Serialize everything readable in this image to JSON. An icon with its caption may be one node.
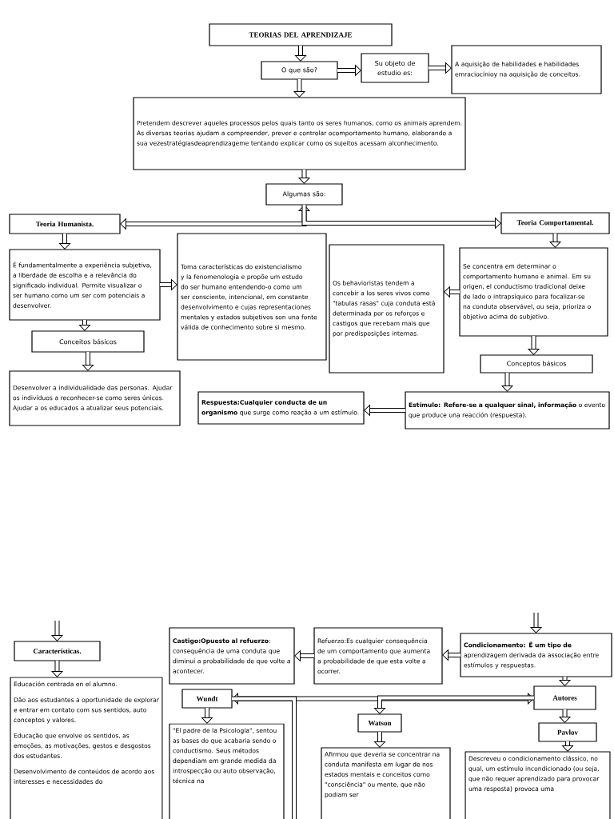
{
  "diagram": {
    "nodes": [
      {
        "text": [
          "TEORIAS DEL APRENDIZAJE"
        ]
      },
      {
        "text": [
          "O que são?"
        ]
      },
      {
        "text": [
          "Su objeto de estudio es:"
        ]
      },
      {
        "text": [
          "A aquisição de habilidades e habilidades emraciocínioy na aquisição de conceitos."
        ]
      },
      {
        "text": [
          "Pretendem descrever aqueles processos pelos quais tanto os seres humanos, como os animais aprendem. As diversas teorias ajudam a compreender, prever e controlar ocomportamento humano, elaborando a sua vezestratégiasdeaprendizageme tentando explicar como os sujeitos acessam alconhecimento."
        ]
      },
      {
        "text": [
          "Algumas são:"
        ]
      },
      {
        "text": [
          "Teoria Humanista."
        ]
      },
      {
        "text": [
          "Teoria Comportamental."
        ]
      },
      {
        "text": [
          "É fundamentalmente a experiência subjetiva, a liberdade de escolha e a relevância do significado individual. Permite visualizar o ser humano como um ser com potenciais a desenvolver."
        ]
      },
      {
        "text": [
          "Toma características do existencialismo y la fenomenologia e propõe um estudo do ser humano entendendo-o como um ser consciente, intencional, em constante desenvolvimento e cujas representaciones mentales y estados subjetivos son una fonte válida de conhecimento sobre si mesmo."
        ]
      },
      {
        "text": [
          "Conceitos básicos"
        ]
      },
      {
        "text": [
          "Desenvolver a individualidade das personas. Ajudar os indivíduos a reconhecer-se como seres únicos. Ajudar a os educados a atualizar seus potenciais."
        ]
      },
      {
        "text": [
          "Os behavioristas tendem a concebir a los seres vivos como \"tabulas rasas\" cuja conduta está determinada por os reforços e castigos que recebam mais que por predisposições internas."
        ]
      },
      {
        "text": [
          "Se concentra em determinar o comportamento humano e animal. Em su origen, el conductismo tradicional deixe de lado o intrapsíquico para focalizar-se na conduta observável, ou seja, prioriza o objetivo acima do subjetivo."
        ]
      },
      {
        "text": [
          "Conceptos básicos"
        ]
      },
      {
        "text": [
          "**Estímulo: Refere-se a qualquer sinal, informação** o evento que produce una reacción (respuesta)."
        ]
      },
      {
        "text": [
          "**Respuesta:Cualquier conducta de un organismo** que surge como reação a um estímulo."
        ]
      },
      {
        "text": [
          "Características."
        ]
      },
      {
        "text": [
          "Educación centrada en el alumno.",
          "Dão aos estudantes a oportunidade de explorar e entrar em contato com sus sentidos, auto conceptos y valores.",
          "Educação que envolve os sentidos, as emoções, as motivações, gestos e desgostos dos estudantes.",
          "Desenvolvimento de conteúdos de acordo aos interesses e necessidades do"
        ]
      },
      {
        "text": [
          "**Castigo:Opuesto al refuerzo**: consequência de uma conduta que diminui a probabilidade de que volte a acontecer."
        ]
      },
      {
        "text": [
          "Refuerzo:Es cualquier consequência de um comportamento que aumenta a probabilidade de que esta volte a ocorrer."
        ]
      },
      {
        "text": [
          "**Condicionamento: É um tipo de** aprendizagem derivada da associação entre estímulos y respuestas."
        ]
      },
      {
        "text": [
          "Wundt"
        ]
      },
      {
        "text": [
          "Autores"
        ]
      },
      {
        "text": [
          "Watson"
        ]
      },
      {
        "text": [
          "Pavlov"
        ]
      },
      {
        "text": [
          "\"El padre de la Psicología\", sentou as bases do que acabaria sendo o conductismo. Seus métodos dependiam em grande medida da introspecção ou auto observação, técnica na"
        ]
      },
      {
        "text": [
          "Afirmou que deveria se concentrar na conduta manifesta em lugar de nos estados mentais e conceitos como \"consciência\" ou mente, que não podiam ser"
        ]
      },
      {
        "text": [
          "Descreveu o condicionamento clássico, no qual, um estímulo incondicionado (ou seja, que não requer aprendizado para provocar uma resposta) provoca uma"
        ]
      }
    ],
    "edges": [
      {
        "from": 0,
        "to": 1,
        "arrow": "to"
      },
      {
        "from": 1,
        "to": 2,
        "arrow": "to"
      },
      {
        "from": 2,
        "to": 3,
        "arrow": "to"
      },
      {
        "from": 1,
        "to": 4,
        "arrow": "to"
      },
      {
        "from": 4,
        "to": 5,
        "arrow": "to"
      },
      {
        "from": 5,
        "to": 6,
        "arrow": "both"
      },
      {
        "from": 5,
        "to": 7,
        "arrow": "to"
      },
      {
        "from": 6,
        "to": 8,
        "arrow": "to"
      },
      {
        "from": 8,
        "to": 9,
        "arrow": "to"
      },
      {
        "from": 8,
        "to": 10,
        "arrow": "to"
      },
      {
        "from": 10,
        "to": 11,
        "arrow": "to"
      },
      {
        "from": 7,
        "to": 13,
        "arrow": "to"
      },
      {
        "from": 13,
        "to": 12,
        "arrow": "to"
      },
      {
        "from": 13,
        "to": 14,
        "arrow": "to"
      },
      {
        "from": 14,
        "to": 15,
        "arrow": "to"
      },
      {
        "from": 15,
        "to": 16,
        "arrow": "to"
      },
      {
        "from": null,
        "to": 17,
        "arrow": "to"
      },
      {
        "from": 17,
        "to": 18,
        "arrow": "to"
      },
      {
        "from": null,
        "to": 21,
        "arrow": "to"
      },
      {
        "from": 21,
        "to": 20,
        "arrow": "to"
      },
      {
        "from": 20,
        "to": 19,
        "arrow": "to"
      },
      {
        "from": 21,
        "to": 23,
        "arrow": "to"
      },
      {
        "from": 22,
        "to": 23,
        "arrow": "both"
      },
      {
        "from": 23,
        "to": 24,
        "arrow": "to"
      },
      {
        "from": 22,
        "to": null,
        "arrow": "none"
      },
      {
        "from": 23,
        "to": 25,
        "arrow": "to"
      },
      {
        "from": 22,
        "to": 26,
        "arrow": "to"
      },
      {
        "from": 24,
        "to": 27,
        "arrow": "to"
      },
      {
        "from": 25,
        "to": 28,
        "arrow": "to"
      }
    ]
  }
}
